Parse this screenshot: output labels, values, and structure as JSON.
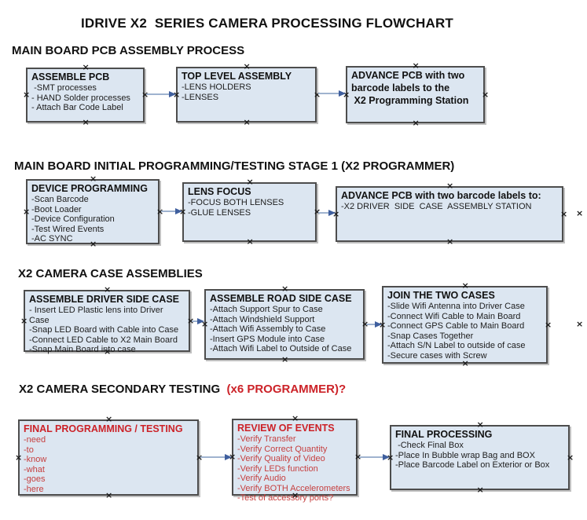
{
  "title": "IDRIVE X2  SERIES CAMERA PROCESSING FLOWCHART",
  "colors": {
    "box_fill": "#dce6f1",
    "box_border": "#4d4d4d",
    "arrow_line": "#9fb3cf",
    "arrow_head": "#3f5f9e",
    "red_title": "#cc2228",
    "red_body": "#c64040",
    "black_text": "#1a1a1a",
    "page_background": "#ffffff"
  },
  "sections": [
    {
      "heading": "MAIN BOARD PCB ASSEMBLY PROCESS",
      "heading_suffix": "",
      "boxes": [
        {
          "title": "ASSEMBLE PCB",
          "red": false,
          "items": [
            " -SMT processes",
            "- HAND Solder processes",
            "- Attach Bar Code Label"
          ]
        },
        {
          "title": "TOP LEVEL ASSEMBLY",
          "red": false,
          "items": [
            "-LENS HOLDERS",
            "-LENSES"
          ]
        },
        {
          "title": "ADVANCE PCB with two\nbarcode labels to the\n X2 Programming Station",
          "red": false,
          "items": []
        }
      ]
    },
    {
      "heading": "MAIN BOARD INITIAL PROGRAMMING/TESTING STAGE 1 (X2 PROGRAMMER)",
      "heading_suffix": "",
      "boxes": [
        {
          "title": "DEVICE PROGRAMMING",
          "red": false,
          "items": [
            "-Scan Barcode",
            "-Boot Loader",
            "-Device Configuration",
            "-Test Wired Events",
            "-AC SYNC"
          ]
        },
        {
          "title": "LENS FOCUS",
          "red": false,
          "items": [
            "-FOCUS BOTH LENSES",
            "-GLUE LENSES"
          ]
        },
        {
          "title": "ADVANCE PCB with two barcode labels to:",
          "red": false,
          "items": [
            "-X2 DRIVER  SIDE  CASE  ASSEMBLY STATION"
          ]
        }
      ]
    },
    {
      "heading": "X2 CAMERA CASE ASSEMBLIES",
      "heading_suffix": "",
      "boxes": [
        {
          "title": "ASSEMBLE DRIVER SIDE CASE",
          "red": false,
          "items": [
            "- Insert LED Plastic lens into Driver Case",
            "-Snap LED Board with Cable into Case",
            "-Connect LED Cable to X2 Main Board",
            "-Snap Main Board into case"
          ]
        },
        {
          "title": "ASSEMBLE ROAD SIDE CASE",
          "red": false,
          "items": [
            "-Attach Support Spur to Case",
            "-Attach Windshield Support",
            "-Attach Wifi Assembly to Case",
            "-Insert GPS Module into Case",
            "-Attach Wifi Label to Outside of Case"
          ]
        },
        {
          "title": "JOIN THE TWO CASES",
          "red": false,
          "items": [
            "-Slide Wifi Antenna into Driver Case",
            "-Connect Wifi Cable to Main Board",
            "-Connect GPS Cable to Main Board",
            "-Snap Cases Together",
            "-Attach S/N Label to outside of case",
            "-Secure cases with Screw"
          ]
        }
      ]
    },
    {
      "heading": "X2 CAMERA SECONDARY TESTING ",
      "heading_suffix": " (x6 PROGRAMMER)?",
      "boxes": [
        {
          "title": "FINAL PROGRAMMING / TESTING",
          "red": true,
          "items": [
            "-need",
            "-to",
            "-know",
            "-what",
            "-goes",
            "-here"
          ]
        },
        {
          "title": "REVIEW OF EVENTS",
          "red": true,
          "items": [
            "-Verify Transfer",
            "-Verify Correct Quantity",
            "-Verify Quality of Video",
            "-Verify LEDs function",
            "-Verify Audio",
            "-Verify BOTH Accelerometers",
            "-Test of accessory ports?"
          ]
        },
        {
          "title": "FINAL PROCESSING",
          "red": false,
          "items": [
            " -Check Final Box",
            "-Place In Bubble wrap Bag and BOX",
            "-Place Barcode Label on Exterior or Box"
          ]
        }
      ]
    }
  ]
}
